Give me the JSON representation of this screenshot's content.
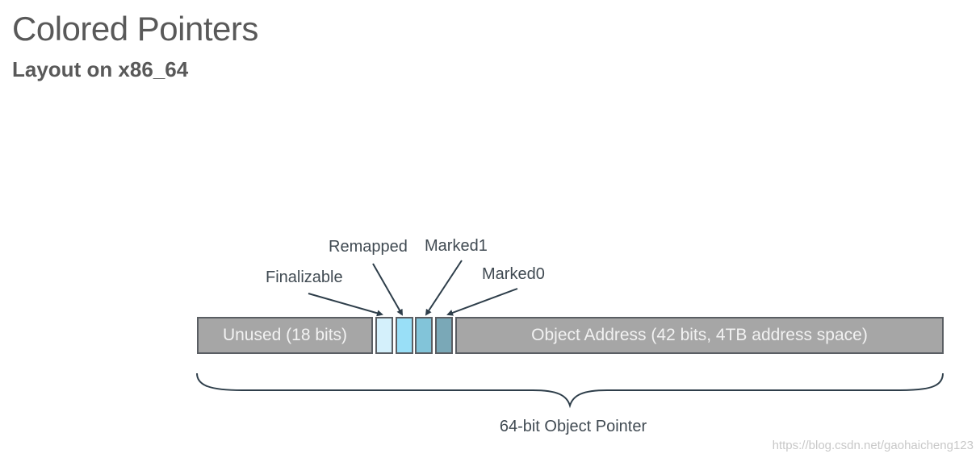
{
  "title": "Colored Pointers",
  "subtitle": "Layout on x86_64",
  "segments": {
    "unused": {
      "label": "Unused (18 bits)",
      "color": "#a6a6a6"
    },
    "finalizable": {
      "color": "#d4f0fb"
    },
    "remapped": {
      "color": "#99dff7"
    },
    "marked1": {
      "color": "#82c4d9"
    },
    "marked0": {
      "color": "#7aa8b7"
    },
    "address": {
      "label": "Object Address (42 bits, 4TB address space)",
      "color": "#a6a6a6"
    }
  },
  "labels": {
    "finalizable": "Finalizable",
    "remapped": "Remapped",
    "marked1": "Marked1",
    "marked0": "Marked0"
  },
  "caption": "64-bit Object Pointer",
  "watermark": "https://blog.csdn.net/gaohaicheng123"
}
